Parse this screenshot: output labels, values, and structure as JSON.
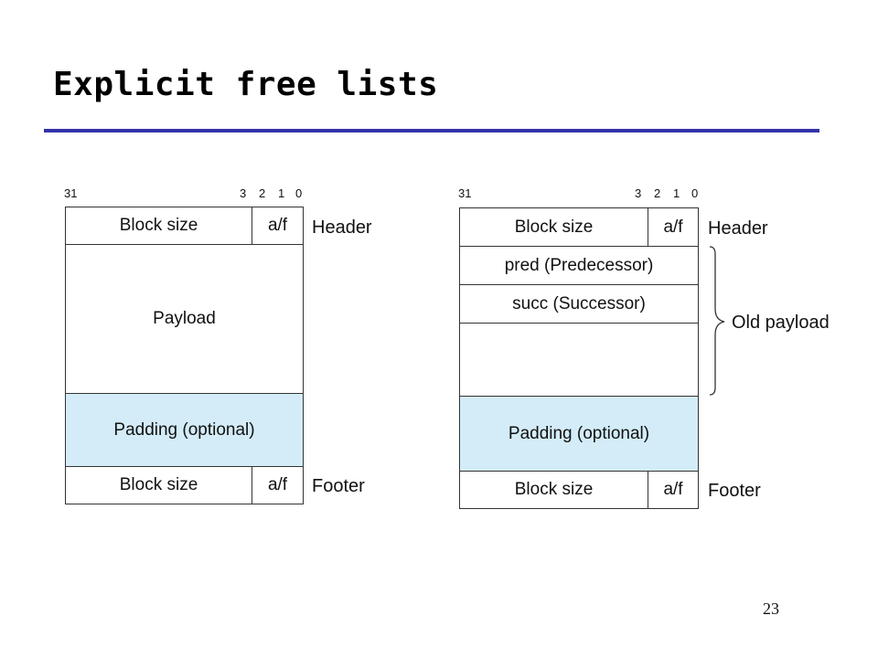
{
  "slide": {
    "title": "Explicit free lists",
    "page_number": "23"
  },
  "left_block": {
    "bits": {
      "b31": "31",
      "b3": "3",
      "b2": "2",
      "b1": "1",
      "b0": "0"
    },
    "header_size": "Block size",
    "header_af": "a/f",
    "payload": "Payload",
    "padding": "Padding (optional)",
    "footer_size": "Block size",
    "footer_af": "a/f",
    "header_label": "Header",
    "footer_label": "Footer"
  },
  "right_block": {
    "bits": {
      "b31": "31",
      "b3": "3",
      "b2": "2",
      "b1": "1",
      "b0": "0"
    },
    "header_size": "Block size",
    "header_af": "a/f",
    "pred": "pred (Predecessor)",
    "succ": "succ (Successor)",
    "padding": "Padding (optional)",
    "footer_size": "Block size",
    "footer_af": "a/f",
    "header_label": "Header",
    "old_payload_label": "Old payload",
    "footer_label": "Footer"
  },
  "colors": {
    "rule": "#3333aa",
    "padding_fill": "#d3ecf8"
  }
}
